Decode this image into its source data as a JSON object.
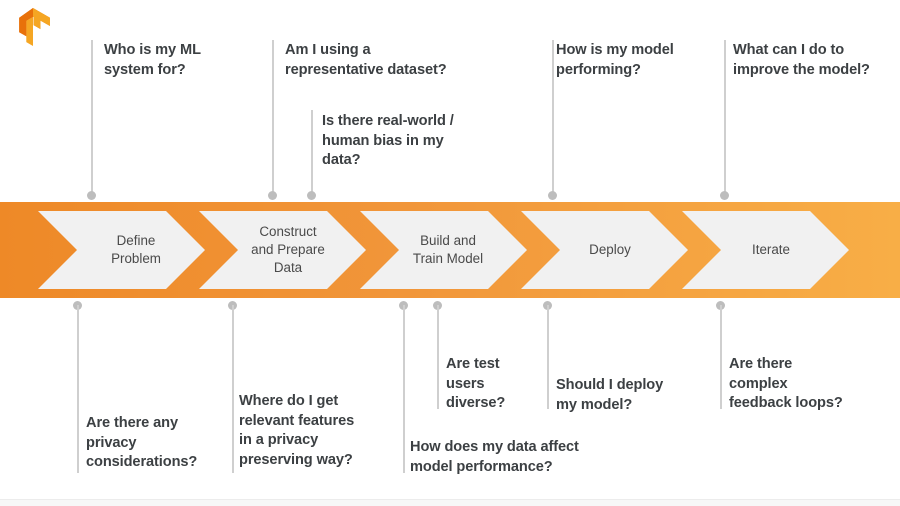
{
  "brand": {
    "logo_name": "tensorflow-logo",
    "color_dark": "#e8710a",
    "color_light": "#f5a623"
  },
  "colors": {
    "band_left": "#ef8b2c",
    "band_right": "#f7ab41",
    "chevron_fill": "#f1f1f1",
    "connector": "#cfcfcf",
    "dot": "#bdbdbd",
    "label_text": "#3c4043",
    "stage_text": "#4a4a4a"
  },
  "pipeline": {
    "stages": [
      {
        "id": "define-problem",
        "label": "Define\nProblem"
      },
      {
        "id": "construct-prepare-data",
        "label": "Construct\nand Prepare\nData"
      },
      {
        "id": "build-train-model",
        "label": "Build and\nTrain Model"
      },
      {
        "id": "deploy",
        "label": "Deploy"
      },
      {
        "id": "iterate",
        "label": "Iterate"
      }
    ]
  },
  "questions_above": [
    {
      "id": "who-is-my-ml-system-for",
      "text": "Who is my ML\nsystem for?"
    },
    {
      "id": "am-i-using-representative-dataset",
      "text": "Am I using a\nrepresentative dataset?"
    },
    {
      "id": "is-there-real-world-human-bias",
      "text": "Is there real-world /\nhuman bias in my\ndata?"
    },
    {
      "id": "how-is-my-model-performing",
      "text": "How is my model\nperforming?"
    },
    {
      "id": "what-can-i-do-to-improve-model",
      "text": "What can I do to\nimprove the model?"
    }
  ],
  "questions_below": [
    {
      "id": "are-there-any-privacy-considerations",
      "text": "Are there any\nprivacy\nconsiderations?"
    },
    {
      "id": "where-do-i-get-relevant-features",
      "text": "Where do I get\nrelevant features\nin a privacy\npreserving way?"
    },
    {
      "id": "how-does-my-data-affect-performance",
      "text": "How does my data affect\nmodel performance?"
    },
    {
      "id": "are-test-users-diverse",
      "text": "Are test\nusers\ndiverse?"
    },
    {
      "id": "should-i-deploy-my-model",
      "text": "Should I deploy\nmy model?"
    },
    {
      "id": "are-there-complex-feedback-loops",
      "text": "Are there\ncomplex\nfeedback loops?"
    }
  ]
}
